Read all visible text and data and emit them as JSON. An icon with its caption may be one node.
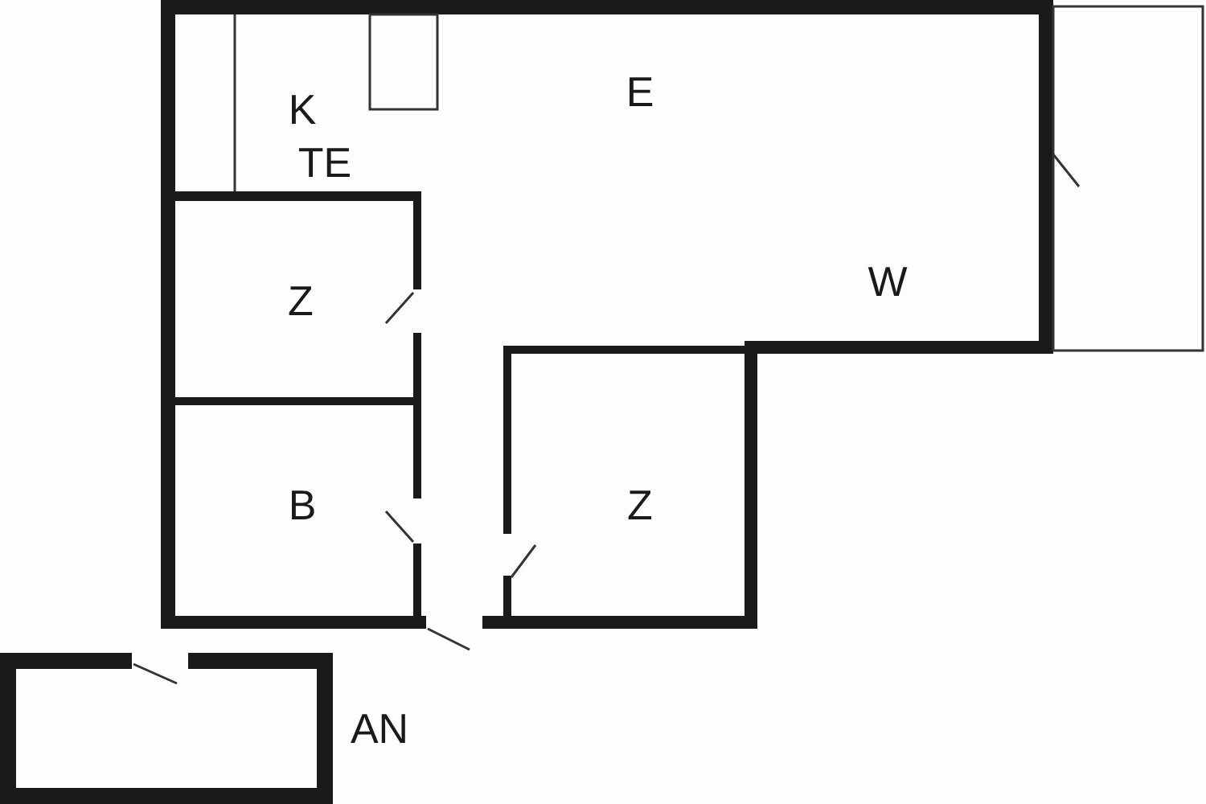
{
  "diagram": {
    "labels": [
      "K",
      "E",
      "TE",
      "W",
      "Z",
      "B",
      "Z",
      "AN"
    ]
  }
}
